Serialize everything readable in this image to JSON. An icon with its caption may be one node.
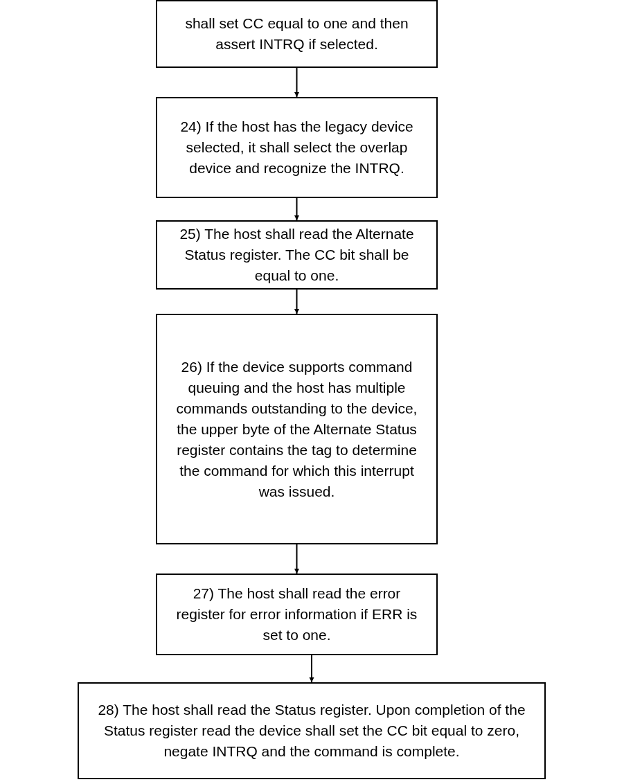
{
  "diagram": {
    "nodes": [
      {
        "text": [
          "shall set CC equal to one and then assert INTRQ if selected."
        ]
      },
      {
        "text": [
          "24) If the host has the legacy device selected, it shall select the overlap device and recognize the INTRQ."
        ]
      },
      {
        "text": [
          "25) The host shall read the Alternate Status register. The CC bit shall be equal to one."
        ]
      },
      {
        "text": [
          "26) If the device supports command queuing and the host has multiple commands outstanding to the device, the upper byte of the Alternate Status register contains the tag to determine the command for which this interrupt was issued."
        ]
      },
      {
        "text": [
          "27) The host shall read the error register for error information if ERR is set to one."
        ]
      },
      {
        "text": [
          "28) The host shall read the Status register. Upon completion of the Status register read the device shall set the CC bit equal to zero, negate INTRQ and the command is complete."
        ]
      }
    ],
    "edges": [
      {
        "from": 0,
        "to": 1,
        "arrow": "to"
      },
      {
        "from": 1,
        "to": 2,
        "arrow": "to"
      },
      {
        "from": 2,
        "to": 3,
        "arrow": "to"
      },
      {
        "from": 3,
        "to": 4,
        "arrow": "to"
      },
      {
        "from": 4,
        "to": 5,
        "arrow": "to"
      }
    ]
  }
}
